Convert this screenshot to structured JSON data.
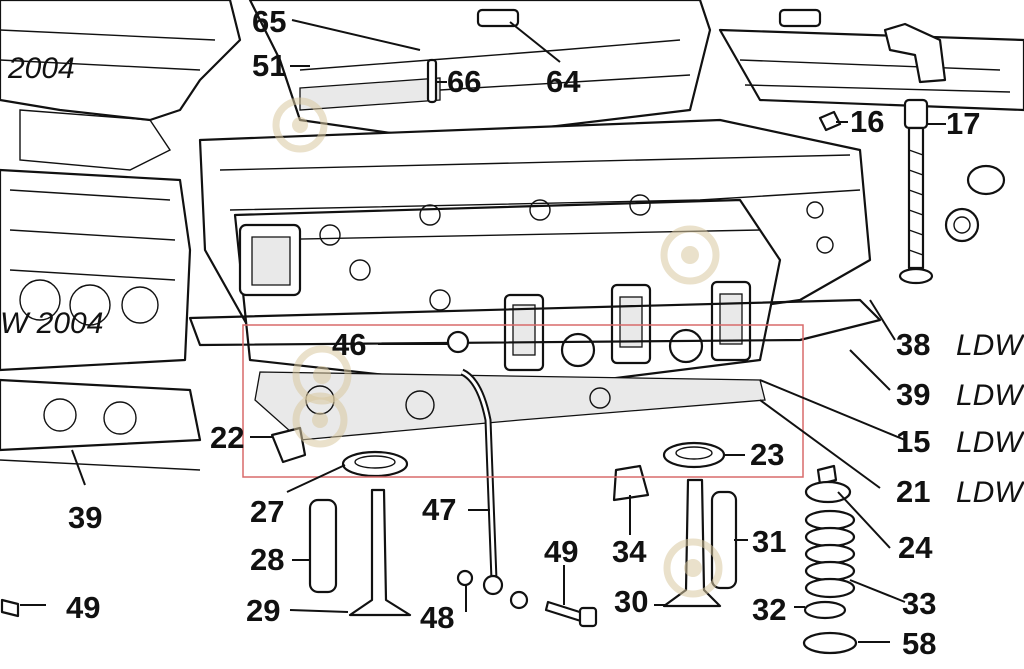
{
  "diagram": {
    "model_labels": [
      "2004",
      "W 2004",
      "LDW",
      "LDW",
      "LDW",
      "LDW"
    ],
    "callouts": [
      "65",
      "51",
      "66",
      "64",
      "16",
      "17",
      "46",
      "38",
      "39",
      "15",
      "22",
      "23",
      "21",
      "27",
      "47",
      "24",
      "28",
      "49",
      "34",
      "31",
      "29",
      "48",
      "30",
      "32",
      "33",
      "49",
      "58",
      "39"
    ]
  },
  "colors": {
    "line": "#111111",
    "selection_box": "#d86a6a",
    "watermark": "#d9c9a0"
  }
}
